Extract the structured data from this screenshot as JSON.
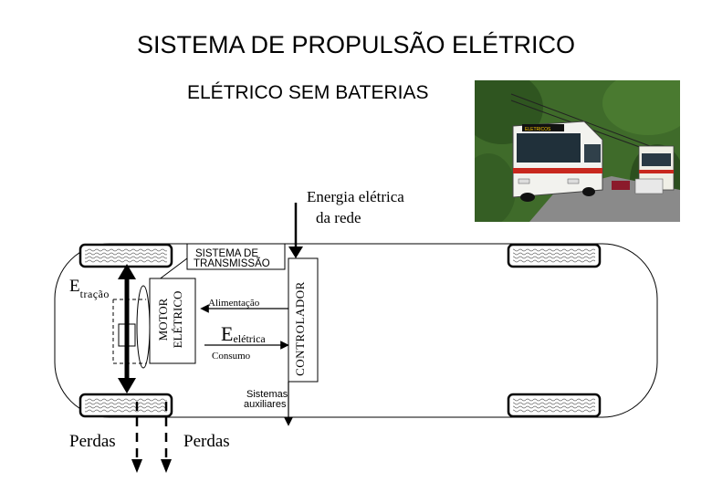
{
  "header": {
    "title": "SISTEMA DE PROPULSÃO ELÉTRICO",
    "subtitle": "ELÉTRICO SEM BATERIAS"
  },
  "photo": {
    "bus_sign": "ELETRICOS"
  },
  "diagram": {
    "energy_source": {
      "line1": "Energia elétrica",
      "line2": "da rede"
    },
    "transmission": {
      "line1": "SISTEMA DE",
      "line2": "TRANSMISSÃO"
    },
    "e_tracao": {
      "letter": "E",
      "sub": "tração"
    },
    "motor": {
      "line1": "MOTOR",
      "line2": "ELÉTRICO"
    },
    "alimentacao": "Alimentação",
    "e_eletrica": {
      "letter": "E",
      "sub": "elétrica"
    },
    "consumo": "Consumo",
    "controller": "CONTROLADOR",
    "auxiliary": {
      "line1": "Sistemas",
      "line2": "auxiliares"
    },
    "losses_left": "Perdas",
    "losses_right": "Perdas"
  },
  "colors": {
    "photo_foliage": "#3f6b2a",
    "photo_road": "#8a8a8a",
    "bus_body": "#f2f2ee",
    "bus_stripe": "#c8281e"
  }
}
